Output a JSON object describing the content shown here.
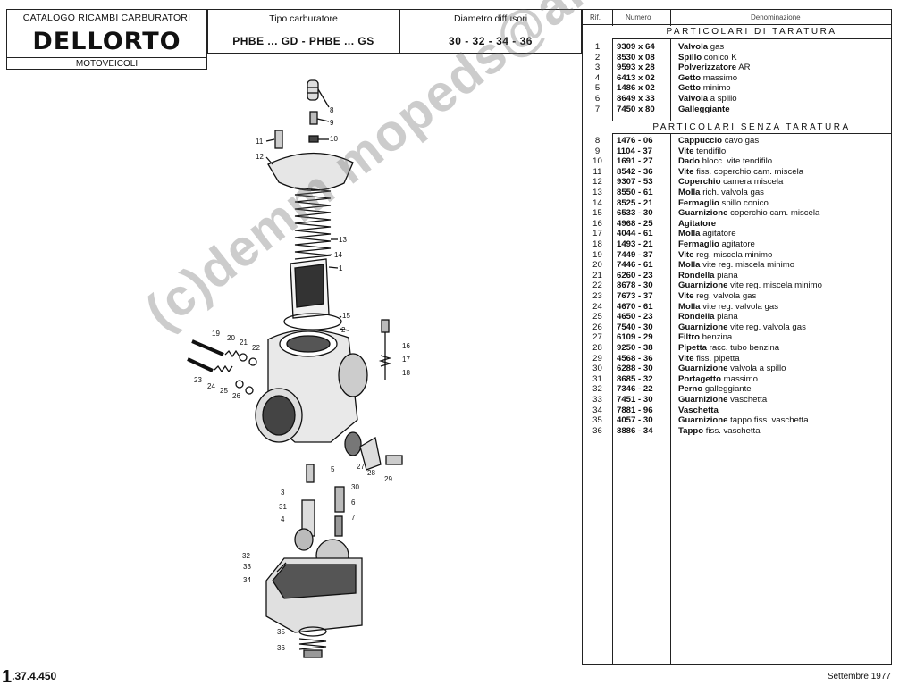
{
  "header": {
    "catalog_title": "CATALOGO RICAMBI CARBURATORI",
    "brand": "DELLORTO",
    "subtitle": "MOTOVEICOLI",
    "type_caption": "Tipo carburatore",
    "type_value": "PHBE ... GD - PHBE ... GS",
    "diam_caption": "Diametro diffusori",
    "diam_value": "30 - 32 - 34 - 36"
  },
  "table": {
    "col_rif": "Rif.",
    "col_num": "Numero",
    "col_den": "Denominazione",
    "section1": "PARTICOLARI DI TARATURA",
    "section2": "PARTICOLARI SENZA TARATURA",
    "rows1": [
      {
        "n": "1",
        "c": "9309 x 64",
        "d1": "Valvola",
        "d2": " gas"
      },
      {
        "n": "2",
        "c": "8530 x 08",
        "d1": "Spillo",
        "d2": " conico K"
      },
      {
        "n": "3",
        "c": "9593 x 28",
        "d1": "Polverizzatore",
        "d2": " AR"
      },
      {
        "n": "4",
        "c": "6413 x 02",
        "d1": "Getto",
        "d2": " massimo"
      },
      {
        "n": "5",
        "c": "1486 x 02",
        "d1": "Getto",
        "d2": " minimo"
      },
      {
        "n": "6",
        "c": "8649 x 33",
        "d1": "Valvola",
        "d2": " a spillo"
      },
      {
        "n": "7",
        "c": "7450 x 80",
        "d1": "Galleggiante",
        "d2": ""
      }
    ],
    "rows2": [
      {
        "n": "8",
        "c": "1476 - 06",
        "d1": "Cappuccio",
        "d2": " cavo gas"
      },
      {
        "n": "9",
        "c": "1104 - 37",
        "d1": "Vite",
        "d2": " tendifilo"
      },
      {
        "n": "10",
        "c": "1691 - 27",
        "d1": "Dado",
        "d2": " blocc. vite tendifilo"
      },
      {
        "n": "11",
        "c": "8542 - 36",
        "d1": "Vite",
        "d2": " fiss. coperchio cam. miscela"
      },
      {
        "n": "12",
        "c": "9307 - 53",
        "d1": "Coperchio",
        "d2": " camera miscela"
      },
      {
        "n": "13",
        "c": "8550 - 61",
        "d1": "Molla",
        "d2": " rich. valvola gas"
      },
      {
        "n": "14",
        "c": "8525 - 21",
        "d1": "Fermaglio",
        "d2": " spillo conico"
      },
      {
        "n": "15",
        "c": "6533 - 30",
        "d1": "Guarnizione",
        "d2": " coperchio cam. miscela"
      },
      {
        "n": "16",
        "c": "4968 - 25",
        "d1": "Agitatore",
        "d2": ""
      },
      {
        "n": "17",
        "c": "4044 - 61",
        "d1": "Molla",
        "d2": " agitatore"
      },
      {
        "n": "18",
        "c": "1493 - 21",
        "d1": "Fermaglio",
        "d2": " agitatore"
      },
      {
        "n": "19",
        "c": "7449 - 37",
        "d1": "Vite",
        "d2": " reg. miscela minimo"
      },
      {
        "n": "20",
        "c": "7446 - 61",
        "d1": "Molla",
        "d2": " vite reg. miscela minimo"
      },
      {
        "n": "21",
        "c": "6260 - 23",
        "d1": "Rondella",
        "d2": " piana"
      },
      {
        "n": "22",
        "c": "8678 - 30",
        "d1": "Guarnizione",
        "d2": " vite reg. miscela minimo"
      },
      {
        "n": "23",
        "c": "7673 - 37",
        "d1": "Vite",
        "d2": " reg. valvola gas"
      },
      {
        "n": "24",
        "c": "4670 - 61",
        "d1": "Molla",
        "d2": " vite reg. valvola gas"
      },
      {
        "n": "25",
        "c": "4650 - 23",
        "d1": "Rondella",
        "d2": " piana"
      },
      {
        "n": "26",
        "c": "7540 - 30",
        "d1": "Guarnizione",
        "d2": " vite reg. valvola gas"
      },
      {
        "n": "27",
        "c": "6109 - 29",
        "d1": "Filtro",
        "d2": " benzina"
      },
      {
        "n": "28",
        "c": "9250 - 38",
        "d1": "Pipetta",
        "d2": " racc. tubo benzina"
      },
      {
        "n": "29",
        "c": "4568 - 36",
        "d1": "Vite",
        "d2": " fiss. pipetta"
      },
      {
        "n": "30",
        "c": "6288 - 30",
        "d1": "Guarnizione",
        "d2": " valvola a spillo"
      },
      {
        "n": "31",
        "c": "8685 - 32",
        "d1": "Portagetto",
        "d2": " massimo"
      },
      {
        "n": "32",
        "c": "7346 - 22",
        "d1": "Perno",
        "d2": " galleggiante"
      },
      {
        "n": "33",
        "c": "7451 - 30",
        "d1": "Guarnizione",
        "d2": " vaschetta"
      },
      {
        "n": "34",
        "c": "7881 - 96",
        "d1": "Vaschetta",
        "d2": ""
      },
      {
        "n": "35",
        "c": "4057 - 30",
        "d1": "Guarnizione",
        "d2": " tappo fiss. vaschetta"
      },
      {
        "n": "36",
        "c": "8886 - 34",
        "d1": "Tappo",
        "d2": " fiss. vaschetta"
      }
    ]
  },
  "diagram_labels": [
    "8",
    "9",
    "10",
    "11",
    "12",
    "13",
    "14",
    "1",
    "15",
    "2",
    "16",
    "17",
    "18",
    "19",
    "20",
    "21",
    "22",
    "23",
    "24",
    "25",
    "26",
    "5",
    "30",
    "3",
    "31",
    "4",
    "6",
    "7",
    "27",
    "28",
    "29",
    "32",
    "33",
    "34",
    "35",
    "36"
  ],
  "footer": {
    "code_big": "1",
    "code_rest": ".37.4.450",
    "date": "Settembre 1977"
  },
  "watermark": "(c)demm mopeds@ar"
}
